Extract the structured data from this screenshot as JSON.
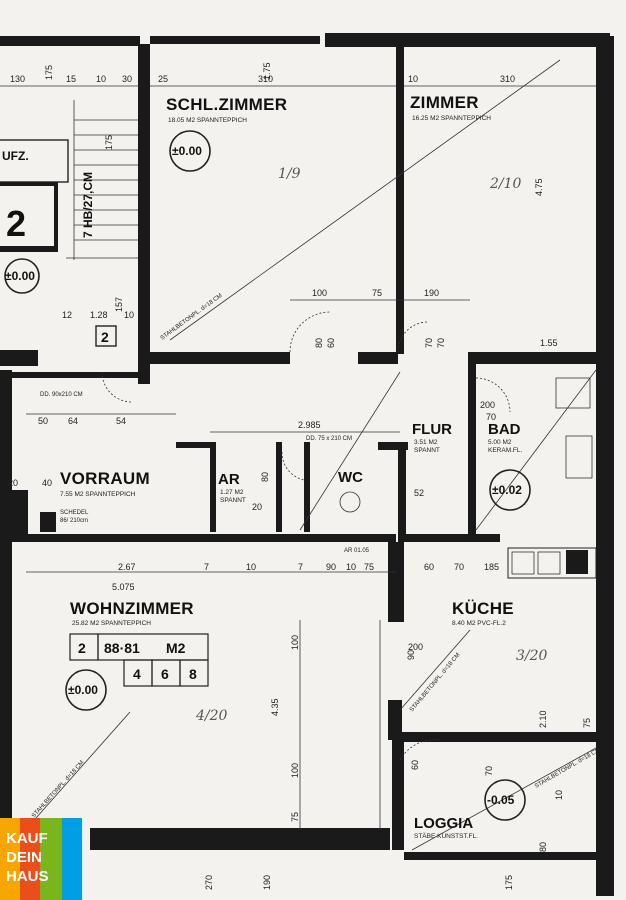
{
  "rooms": {
    "schlafzimmer": {
      "name": "SCHL.ZIMMER",
      "area": "18.05 M2 SPANNTEPPICH",
      "level": "±0.00",
      "handnote": "1/9"
    },
    "zimmer": {
      "name": "ZIMMER",
      "area": "16.25 M2 SPANNTEPPICH",
      "handnote": "2/10"
    },
    "vorraum": {
      "name": "VORRAUM",
      "area": "7.55 M2 SPANNTEPPICH"
    },
    "ar": {
      "name": "AR",
      "area": "1.27 M2",
      "floor": "SPANNT"
    },
    "wc": {
      "name": "WC"
    },
    "flur": {
      "name": "FLUR",
      "area": "3.51 M2",
      "floor": "SPANNT"
    },
    "bad": {
      "name": "BAD",
      "area": "5.00 M2",
      "floor": "KERAM.FL.",
      "level": "±0.02"
    },
    "wohnzimmer": {
      "name": "WOHNZIMMER",
      "area": "25.82 M2 SPANNTEPPICH",
      "level": "±0.00",
      "handnote": "4/20"
    },
    "kueche": {
      "name": "KÜCHE",
      "area": "8.40 M2 PVC-FL.2",
      "handnote": "3/20"
    },
    "loggia": {
      "name": "LOGGIA",
      "area": "STÄBE KUNSTST.FL.",
      "level": "-0.05"
    }
  },
  "summary": {
    "unit": "2",
    "total_area": "88·81",
    "unit_label": "M2",
    "rooms": [
      "4",
      "6",
      "8"
    ]
  },
  "stair": {
    "label": "UFZ.",
    "rise": "7 HB/27,CM",
    "number": "2",
    "level": "±0.00",
    "box": "2"
  },
  "notes": {
    "stahlbeton1": "STAHLBETONPL. d=18 CM",
    "stahlbeton2": "STAHLBETONPL. d=18 CM",
    "stahlbeton3": "STAHLBETONPL. d=18 CM",
    "stahlbeton4": "STAHLBETONPL. d=18 CM",
    "schedel": "SCHEDEL",
    "schedel_sub": "86/ 210cm",
    "durchgang": "DD. 90x210 CM",
    "wc_door": "DD. 75 x 210 CM",
    "ar_dim": "AR 01.05"
  },
  "dims": {
    "top": [
      "130",
      "15",
      "10",
      "30",
      "25",
      "310",
      "10",
      "310"
    ],
    "room_row": [
      "100",
      "75",
      "190"
    ],
    "mid": [
      "2.985",
      "5.075",
      "50",
      "54",
      "2.67",
      "7",
      "10",
      "7",
      "90",
      "10",
      "75"
    ],
    "misc": [
      "175",
      "157",
      "12",
      "1.28",
      "10",
      "64",
      "20",
      "40",
      "4.75",
      "80",
      "60",
      "70",
      "70",
      "1.55",
      "200",
      "70",
      "52",
      "80",
      "20",
      "60",
      "70",
      "185",
      "90",
      "200",
      "100",
      "4.35",
      "100",
      "75",
      "60",
      "70",
      "2.10",
      "75",
      "80",
      "10",
      "1.75",
      "190",
      "175",
      "270",
      "175"
    ]
  },
  "logo": {
    "lines": [
      "KAUF",
      "DEIN",
      "HAUS"
    ]
  }
}
